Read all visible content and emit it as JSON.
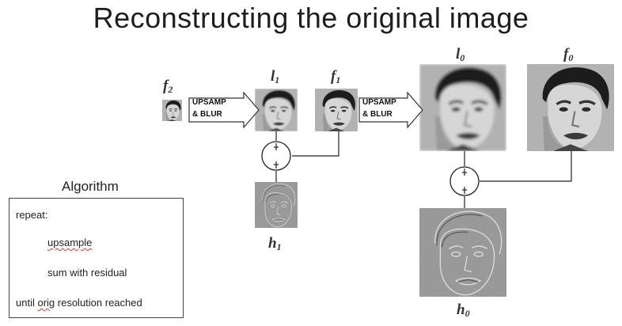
{
  "title": "Reconstructing the original image",
  "labels": {
    "f2": {
      "main": "f",
      "sub": "2"
    },
    "l1": {
      "main": "l",
      "sub": "1"
    },
    "f1": {
      "main": "f",
      "sub": "1"
    },
    "l0": {
      "main": "l",
      "sub": "0"
    },
    "f0": {
      "main": "f",
      "sub": "0"
    },
    "h1": {
      "main": "h",
      "sub": "1"
    },
    "h0": {
      "main": "h",
      "sub": "0"
    }
  },
  "arrows": [
    {
      "line1": "UPSAMP",
      "line2": "& BLUR"
    },
    {
      "line1": "UPSAMP",
      "line2": "& BLUR"
    }
  ],
  "images": {
    "f2": "face-photo-small",
    "l1": "face-photo-blurred",
    "f1": "face-photo",
    "l0": "face-photo-blurred",
    "f0": "face-photo",
    "h1": "residual-texture",
    "h0": "residual-texture"
  },
  "operators": [
    "plus-circle",
    "plus-circle"
  ],
  "algorithm": {
    "title": "Algorithm",
    "lines": [
      "repeat:",
      "upsample",
      "sum with residual",
      "until orig resolution reached"
    ],
    "misspelled": {
      "upsample": "upsample",
      "orig": "orig"
    },
    "rest_of_last": " resolution reached",
    "until": "until "
  }
}
